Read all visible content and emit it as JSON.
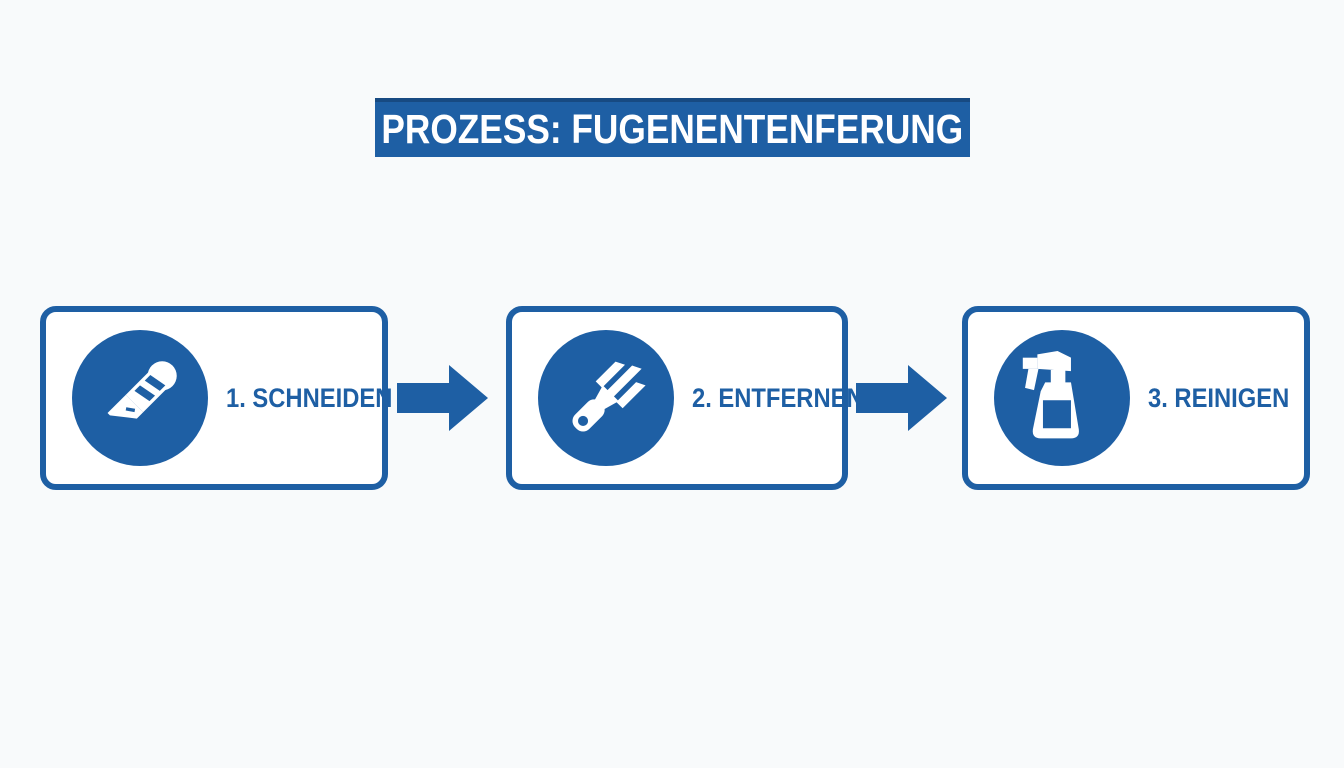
{
  "title": {
    "text": "PROZESS: FUGENENTENFERUNG"
  },
  "steps": [
    {
      "label": "1. SCHNEIDEN",
      "icon": "utility-knife-icon"
    },
    {
      "label": "2. ENTFERNEN",
      "icon": "scraper-icon"
    },
    {
      "label": "3. REINIGEN",
      "icon": "spray-bottle-icon"
    }
  ],
  "arrows": [
    {
      "icon": "arrow-right-icon"
    },
    {
      "icon": "arrow-right-icon"
    }
  ],
  "colors": {
    "accent_blue": "#1e5fa4",
    "banner_top_edge": "#174a82",
    "background": "#f8fafb",
    "box_background": "#ffffff",
    "icon_white": "#ffffff"
  }
}
